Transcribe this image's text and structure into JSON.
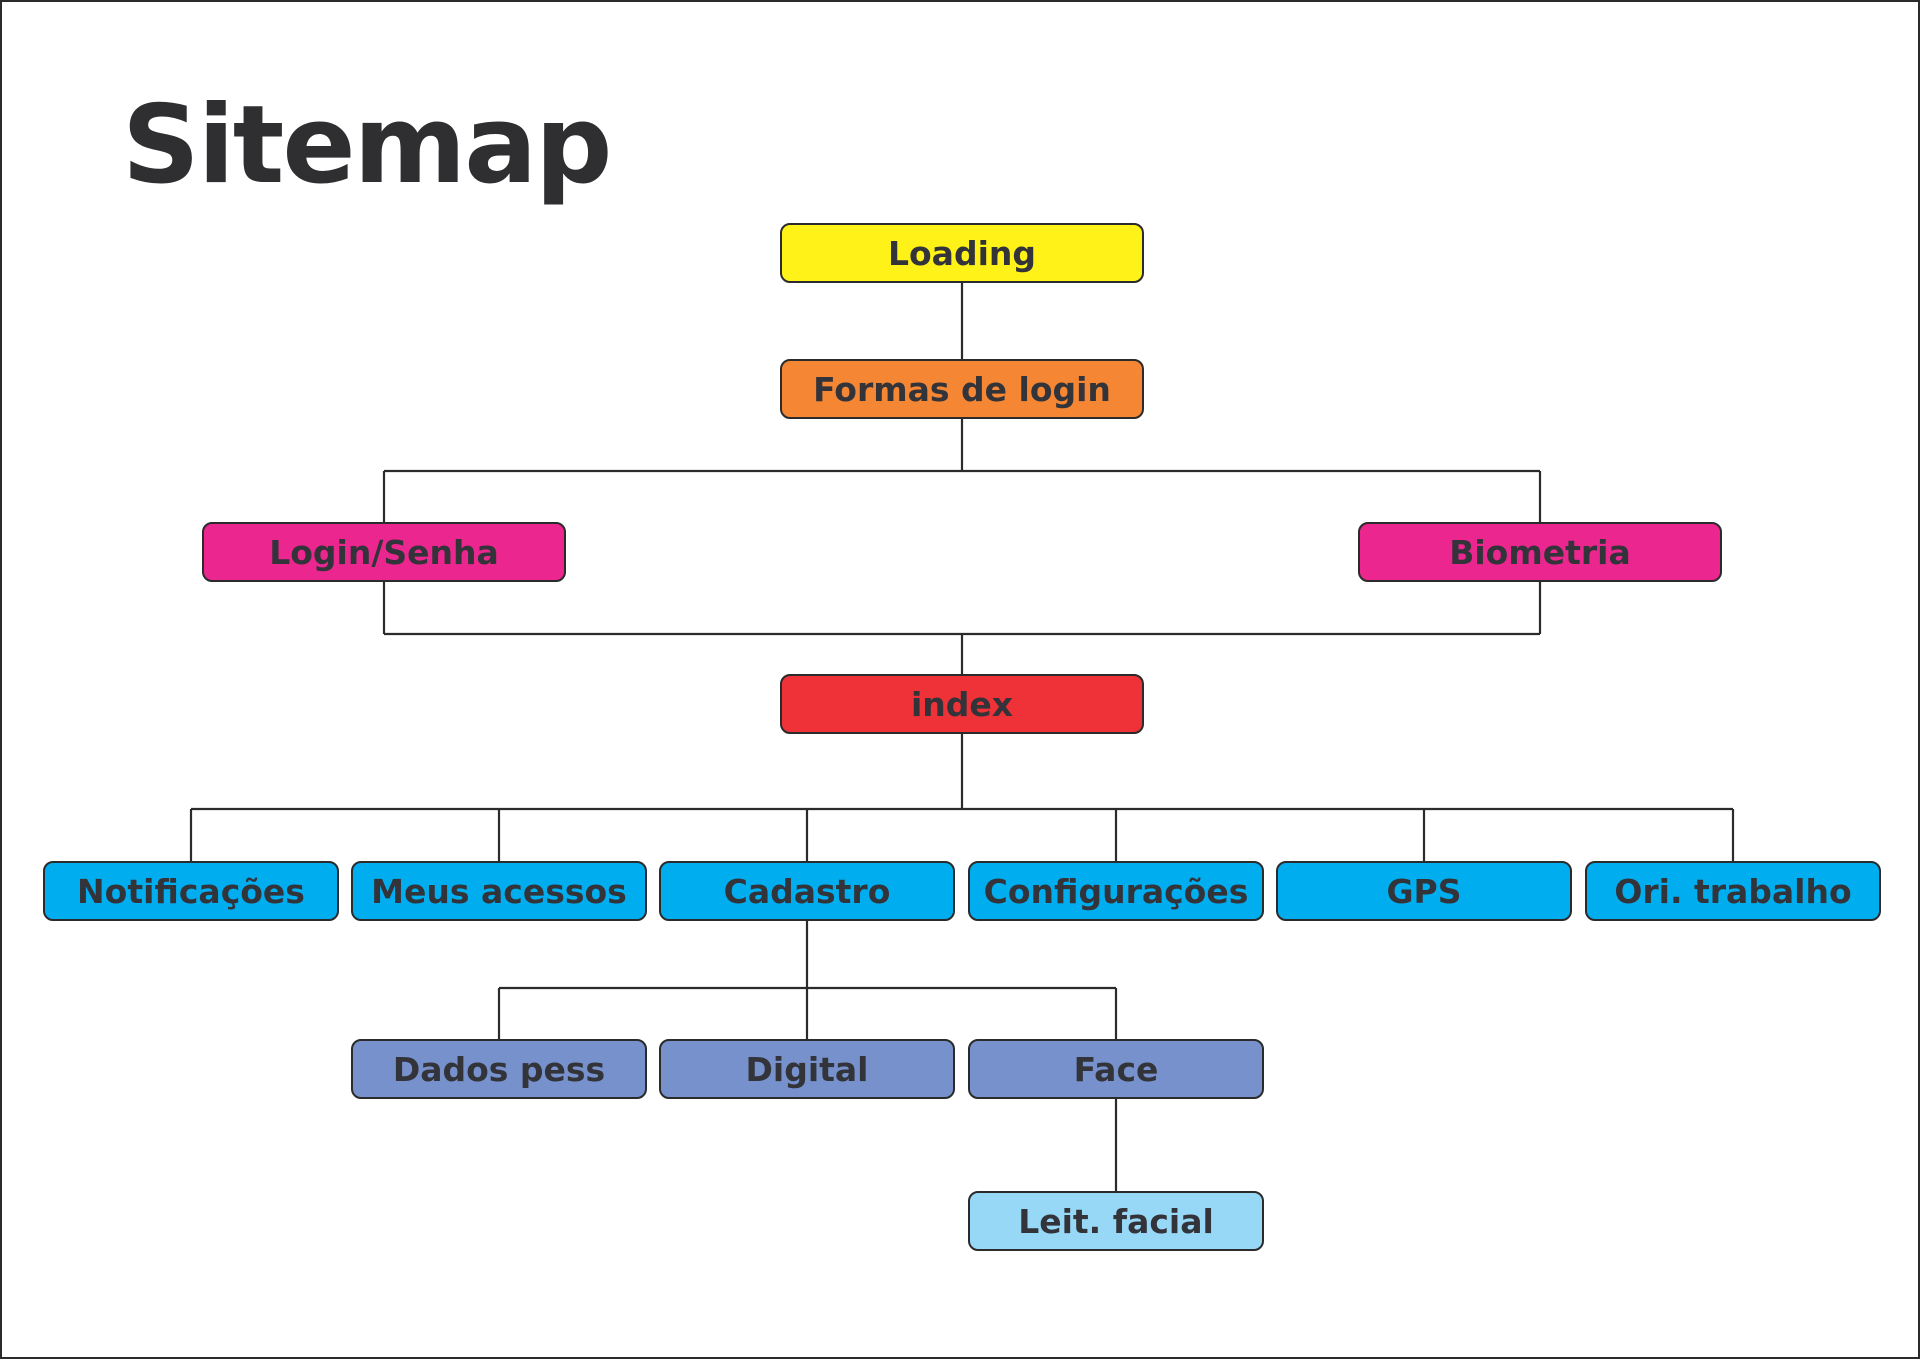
{
  "title": "Sitemap",
  "colors": {
    "loading": "#FFF219",
    "formas": "#F58634",
    "login_branch": "#EC268F",
    "index": "#EE3237",
    "sections": "#00AEEF",
    "cadastro_children": "#7691CB",
    "leaf": "#97D8F7",
    "line": "#2b2b2b",
    "text": "#33333a"
  },
  "nodes": {
    "loading": "Loading",
    "formas_login": "Formas de login",
    "login_senha": "Login/Senha",
    "biometria": "Biometria",
    "index": "index",
    "notificacoes": "Notificações",
    "meus_acessos": "Meus acessos",
    "cadastro": "Cadastro",
    "configuracoes": "Configurações",
    "gps": "GPS",
    "ori_trabalho": "Ori. trabalho",
    "dados_pess": "Dados pess",
    "digital": "Digital",
    "face": "Face",
    "leit_facial": "Leit. facial"
  },
  "edges": [
    [
      "loading",
      "formas_login"
    ],
    [
      "formas_login",
      "login_senha"
    ],
    [
      "formas_login",
      "biometria"
    ],
    [
      "login_senha",
      "index"
    ],
    [
      "biometria",
      "index"
    ],
    [
      "index",
      "notificacoes"
    ],
    [
      "index",
      "meus_acessos"
    ],
    [
      "index",
      "cadastro"
    ],
    [
      "index",
      "configuracoes"
    ],
    [
      "index",
      "gps"
    ],
    [
      "index",
      "ori_trabalho"
    ],
    [
      "cadastro",
      "dados_pess"
    ],
    [
      "cadastro",
      "digital"
    ],
    [
      "cadastro",
      "face"
    ],
    [
      "face",
      "leit_facial"
    ]
  ]
}
